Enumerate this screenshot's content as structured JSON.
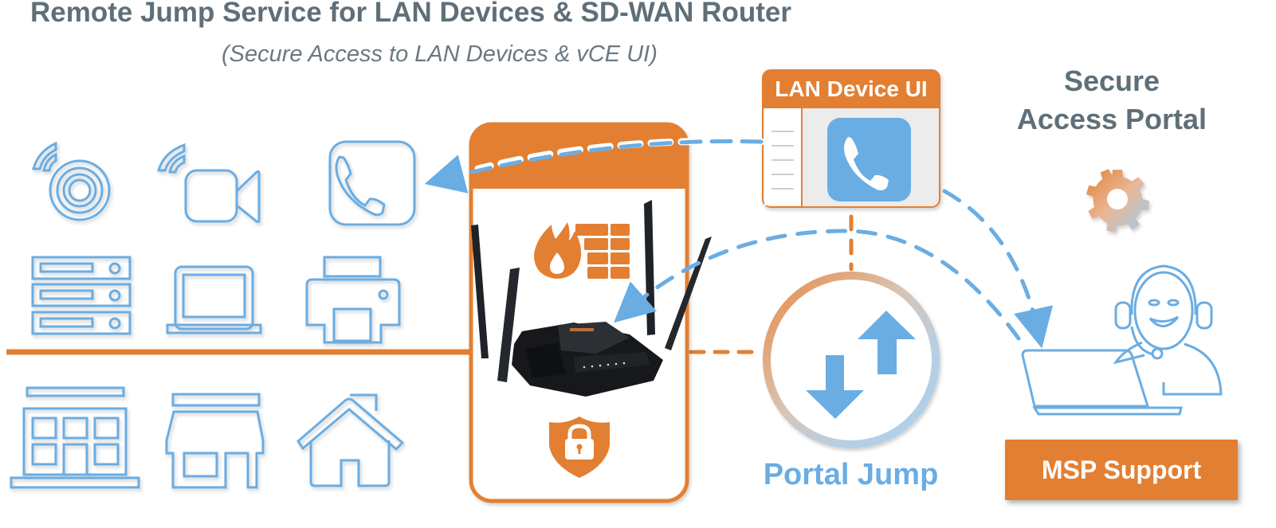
{
  "header": {
    "title": "Remote Jump Service for LAN Devices & SD-WAN Router",
    "subtitle": "(Secure Access to LAN Devices & vCE UI)"
  },
  "lan_devices": {
    "row1": [
      {
        "name": "wireless-sensor",
        "icon": "wireless-sensor-icon"
      },
      {
        "name": "ip-camera",
        "icon": "video-camera-icon"
      },
      {
        "name": "voip-phone",
        "icon": "phone-icon"
      }
    ],
    "row2": [
      {
        "name": "server-rack",
        "icon": "server-icon"
      },
      {
        "name": "laptop",
        "icon": "laptop-icon"
      },
      {
        "name": "printer",
        "icon": "printer-icon"
      }
    ],
    "sites": [
      {
        "name": "office-building",
        "icon": "office-building-icon"
      },
      {
        "name": "retail-store",
        "icon": "store-icon"
      },
      {
        "name": "home",
        "icon": "home-icon"
      }
    ]
  },
  "router_panel": {
    "icons": [
      "firewall-icon",
      "router-image",
      "security-lock-shield-icon"
    ]
  },
  "lan_device_ui": {
    "title": "LAN Device UI",
    "icon": "phone-icon"
  },
  "portal": {
    "title_line1": "Secure",
    "title_line2": "Access Portal",
    "icon": "gear-icon"
  },
  "portal_jump": {
    "label": "Portal Jump",
    "icon": "up-down-arrows-icon"
  },
  "msp": {
    "label": "MSP Support",
    "icon": "support-agent-laptop-icon"
  },
  "colors": {
    "orange": "#e37f32",
    "blue": "#6aade3",
    "title_gray": "#5f6f78"
  }
}
